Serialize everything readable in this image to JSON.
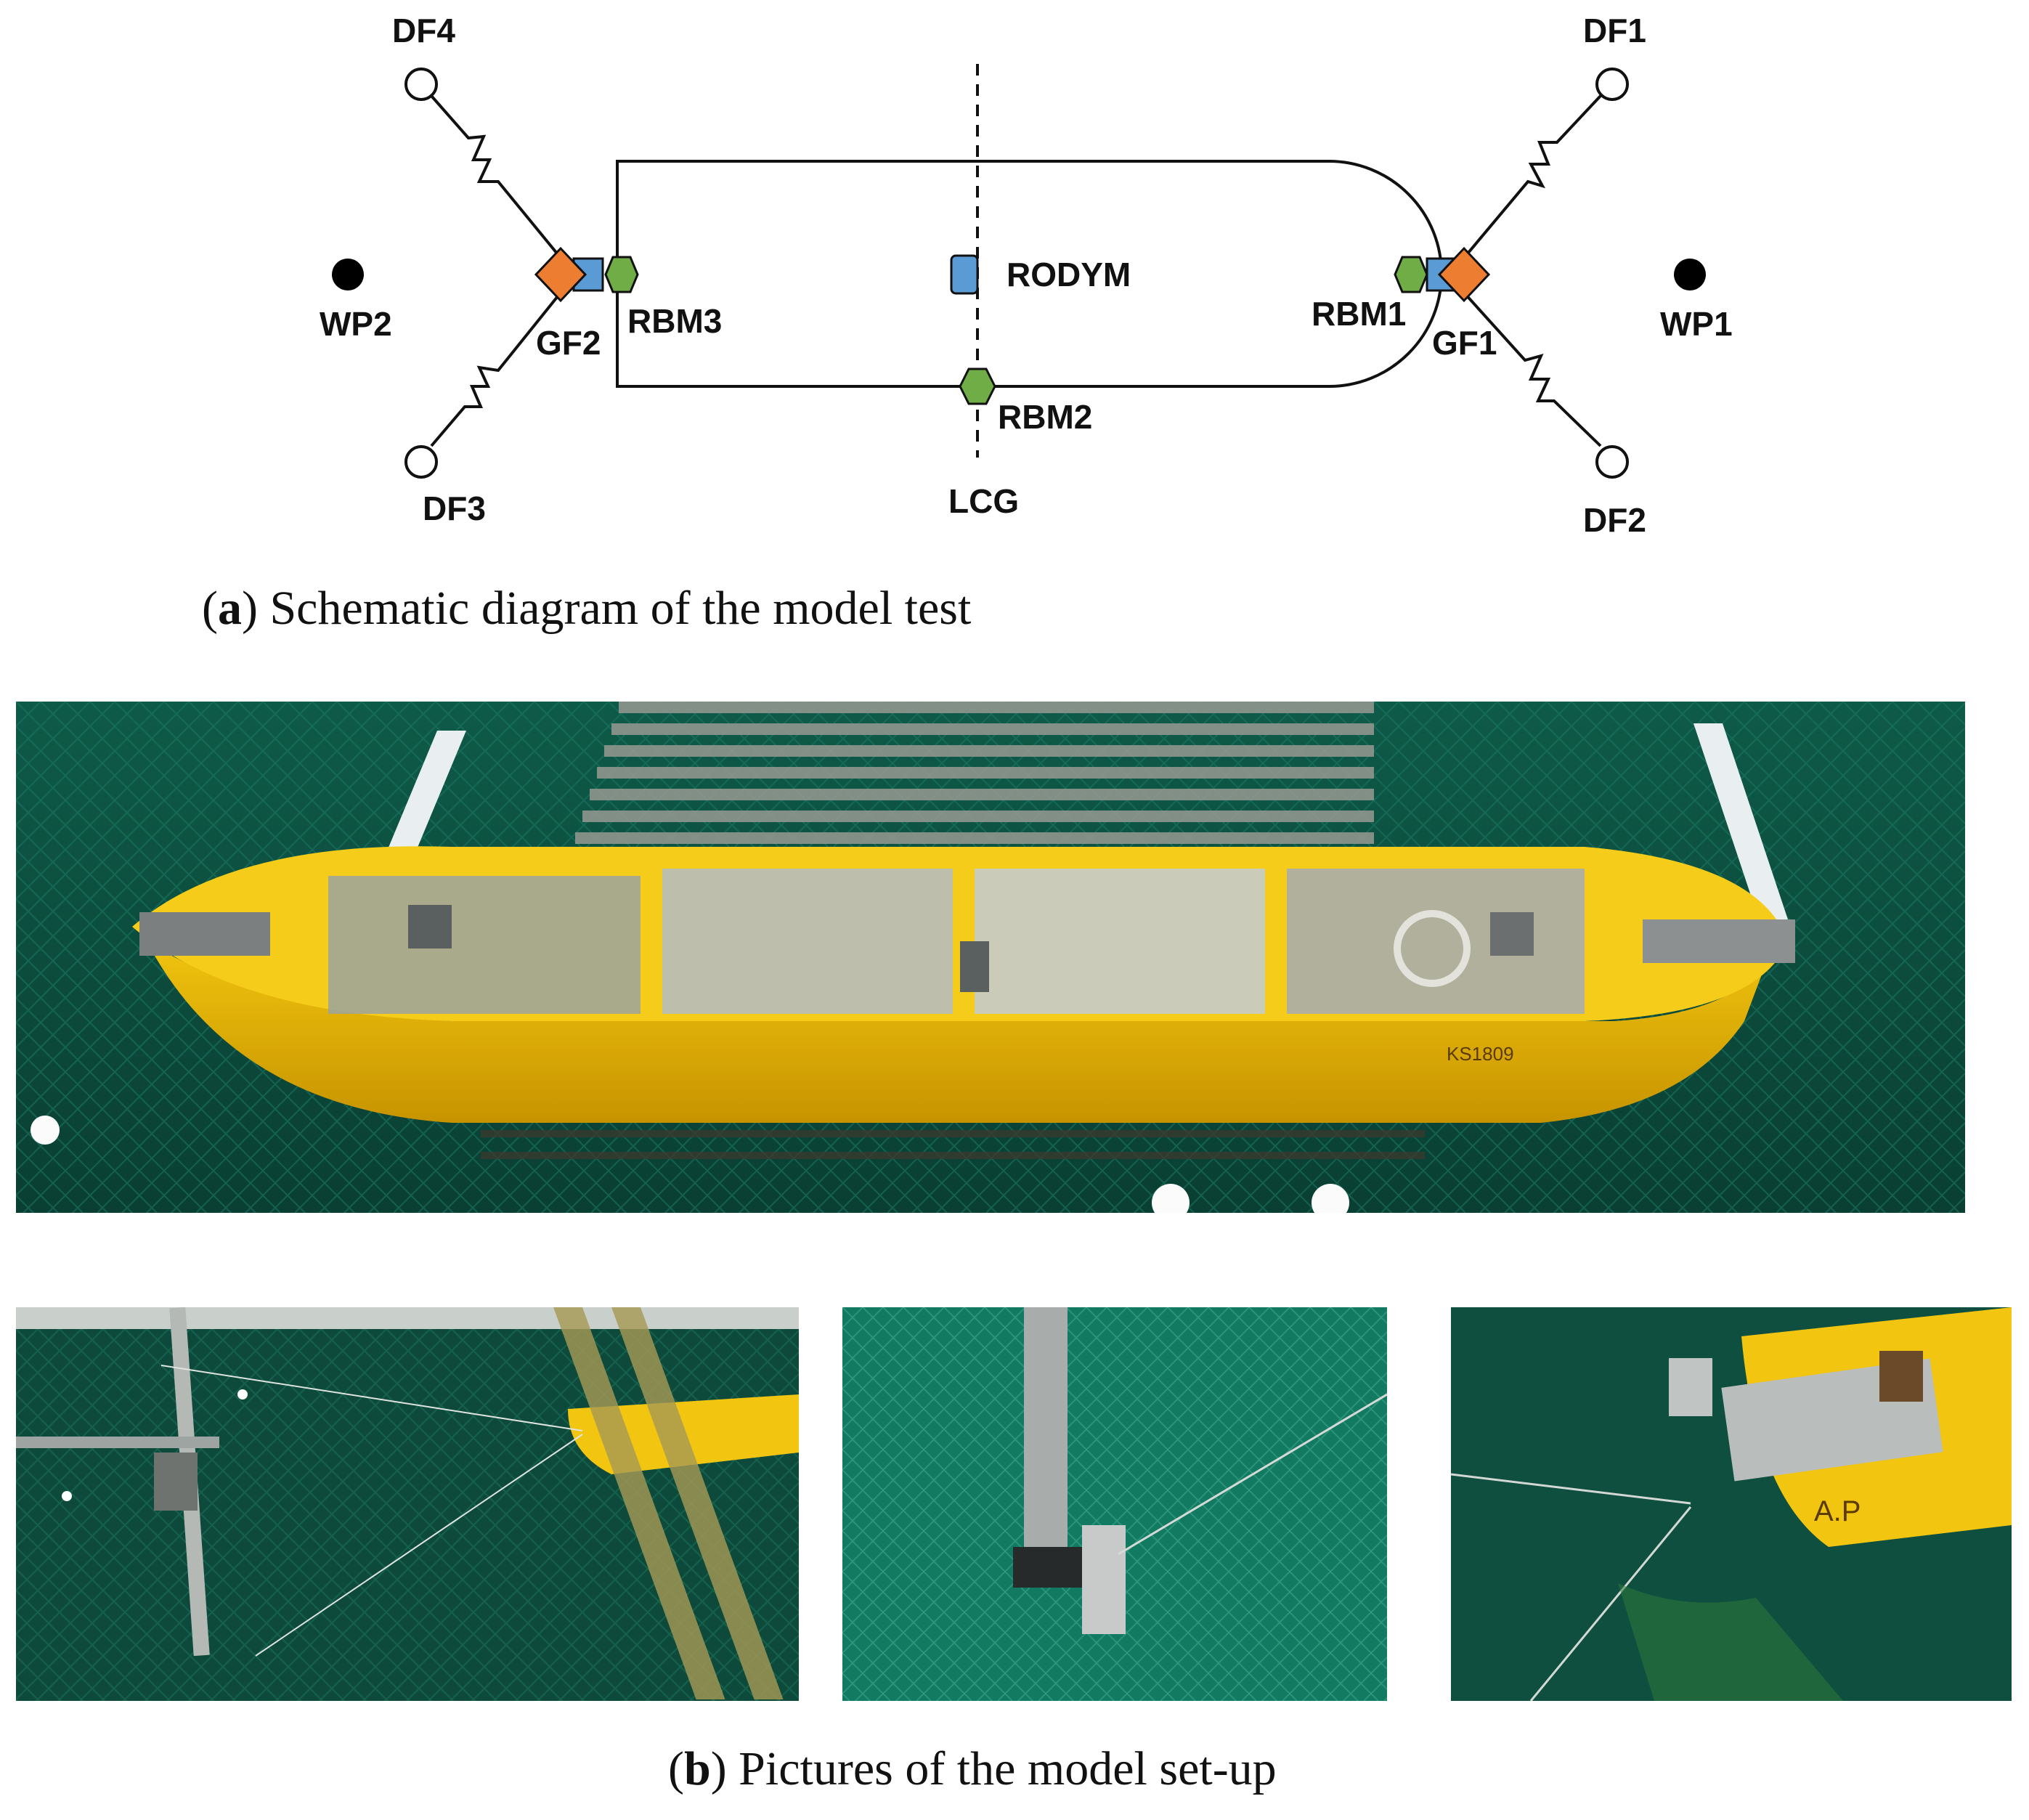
{
  "diagram": {
    "labels": {
      "df1": "DF1",
      "df2": "DF2",
      "df3": "DF3",
      "df4": "DF4",
      "wp1": "WP1",
      "wp2": "WP2",
      "gf1": "GF1",
      "gf2": "GF2",
      "rbm1": "RBM1",
      "rbm2": "RBM2",
      "rbm3": "RBM3",
      "rodym": "RODYM",
      "lcg": "LCG"
    },
    "colors": {
      "gf_marker": "#ED7D31",
      "rbm_marker": "#70AD47",
      "rodym_marker": "#5B9BD5",
      "wp_marker": "#000000"
    }
  },
  "captions": {
    "a": {
      "letter": "a",
      "text": ") Schematic diagram of the model test"
    },
    "b": {
      "letter": "b",
      "text": ") Pictures of the model set-up"
    }
  },
  "photos": {
    "main": {
      "hull_marks": [
        "KS1809"
      ]
    },
    "detail_right": {
      "hull_marks": [
        "A.P"
      ]
    }
  }
}
